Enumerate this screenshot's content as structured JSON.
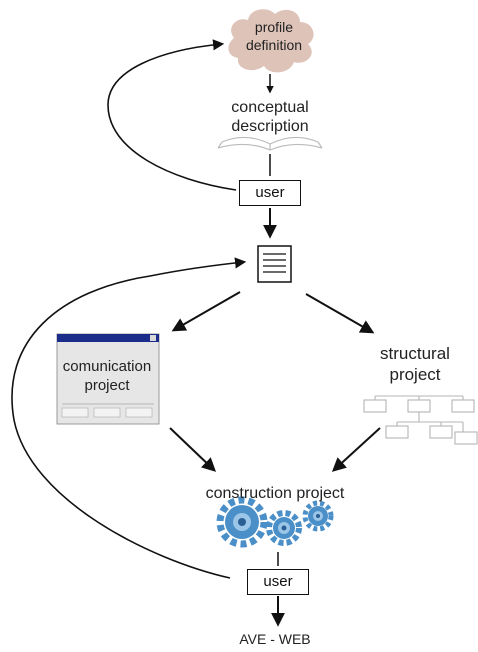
{
  "nodes": {
    "profile_definition": {
      "line1": "profile",
      "line2": "definition"
    },
    "conceptual_description": {
      "line1": "conceptual",
      "line2": "description"
    },
    "user_top": {
      "label": "user"
    },
    "document": {
      "icon": "document-icon"
    },
    "communication_project": {
      "line1": "comunication",
      "line2": "project"
    },
    "structural_project": {
      "line1": "structural",
      "line2": "project"
    },
    "construction_project": {
      "label": "construction project"
    },
    "user_bottom": {
      "label": "user"
    },
    "output": {
      "label": "AVE - WEB"
    }
  },
  "colors": {
    "line": "#111111",
    "cloud": "#d8b9ad",
    "window_titlebar": "#1c2c8a",
    "window_body": "#e6e6e6",
    "gear_blue": "#4a8fc8",
    "gear_light": "#9cc6e8"
  }
}
